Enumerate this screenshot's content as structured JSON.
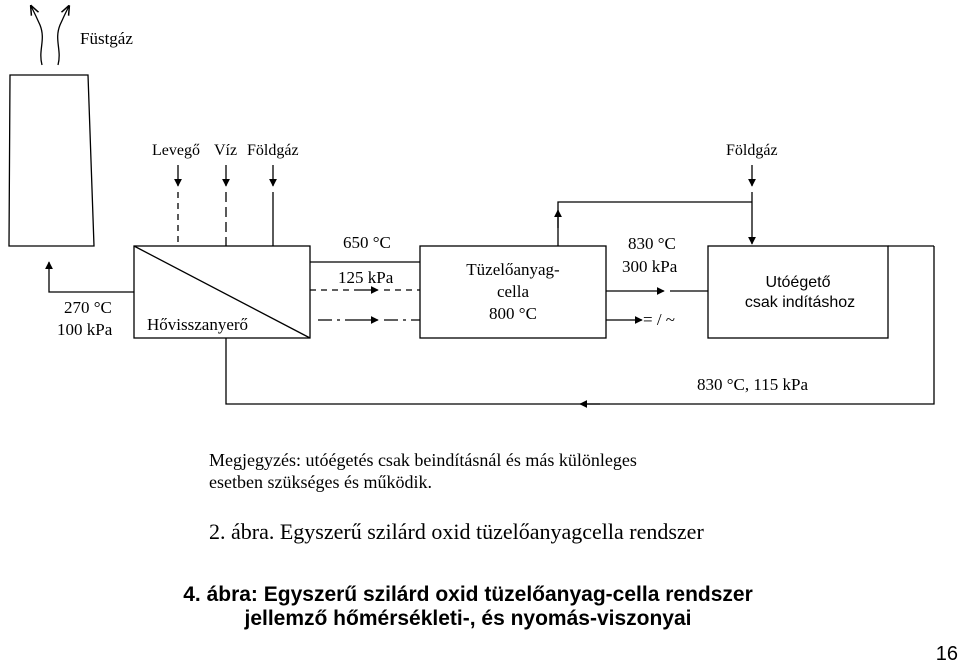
{
  "diagram": {
    "labels": {
      "flue_gas": "Füstgáz",
      "air": "Levegő",
      "water": "Víz",
      "natural_gas_in": "Földgáz",
      "natural_gas_right": "Földgáz",
      "inlet_temp": "270 °C",
      "inlet_pressure": "100 kPa",
      "fc_in_temp": "650 °C",
      "fc_in_pressure": "125 kPa",
      "fc_out_temp": "830 °C",
      "fc_out_pressure": "300 kPa",
      "dc_ac": "= / ~",
      "return_flow": "830 °C, 115 kPa"
    },
    "boxes": {
      "heat_exchanger": "Hővisszanyerő",
      "fuel_cell_line1": "Tüzelőanyag-",
      "fuel_cell_line2": "cella",
      "fuel_cell_line3": "800 °C",
      "afterburner_line1": "Utóégető",
      "afterburner_line2": "csak indításhoz"
    },
    "note_line1": "Megjegyzés: utóégetés csak beindításnál és más különleges",
    "note_line2": "esetben szükséges és működik.",
    "inner_caption": "2. ábra. Egyszerű szilárd oxid tüzelőanyagcella rendszer"
  },
  "caption": {
    "line1": "4. ábra: Egyszerű szilárd oxid tüzelőanyag-cella rendszer",
    "line2": "jellemző hőmérsékleti-, és nyomás-viszonyai"
  },
  "page_number": "16"
}
